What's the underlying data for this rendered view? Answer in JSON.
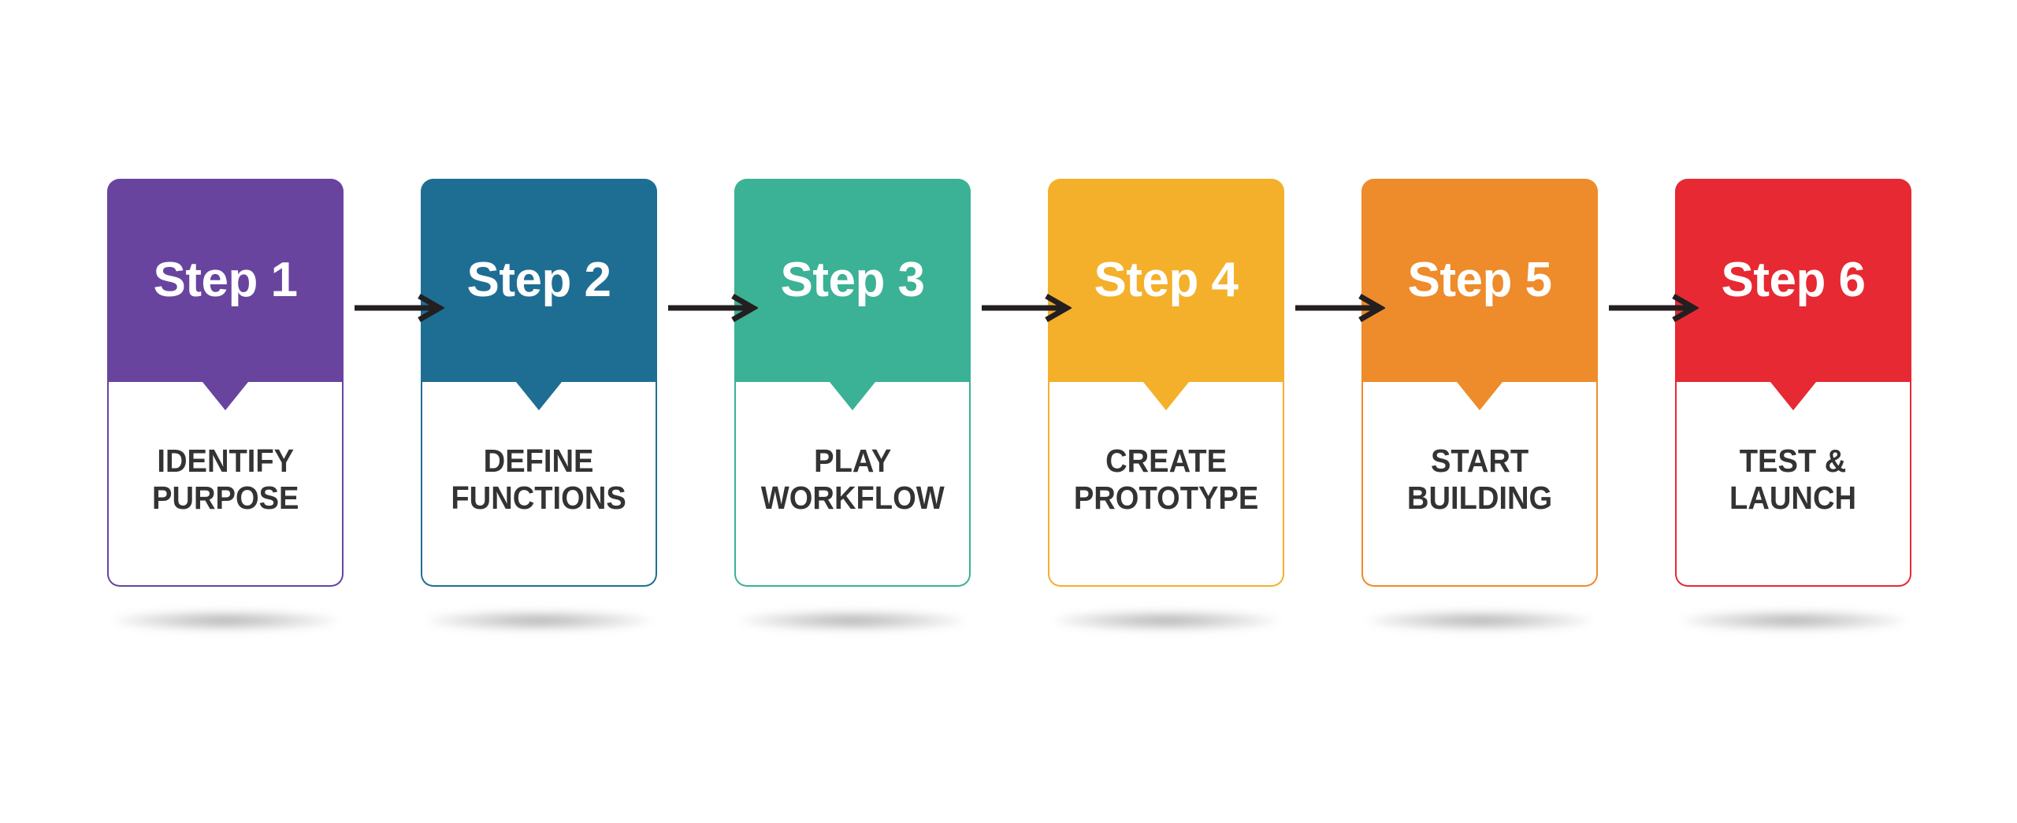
{
  "diagram": {
    "title": "Six step process flow",
    "background_color": "#ffffff",
    "label_text_color": "#333333",
    "step_text_color": "#ffffff",
    "arrow_color": "#231f20",
    "arrow_icon": "arrow-right-icon",
    "steps": [
      {
        "number_label": "Step 1",
        "title": "IDENTIFY\nPURPOSE",
        "color": "#68449f"
      },
      {
        "number_label": "Step 2",
        "title": "DEFINE\nFUNCTIONS",
        "color": "#1e6e94"
      },
      {
        "number_label": "Step 3",
        "title": "PLAY\nWORKFLOW",
        "color": "#3bb195"
      },
      {
        "number_label": "Step 4",
        "title": "CREATE\nPROTOTYPE",
        "color": "#f4b02a"
      },
      {
        "number_label": "Step 5",
        "title": "START\nBUILDING",
        "color": "#ee8b2a"
      },
      {
        "number_label": "Step 6",
        "title": "TEST &\nLAUNCH",
        "color": "#e62932"
      }
    ]
  }
}
